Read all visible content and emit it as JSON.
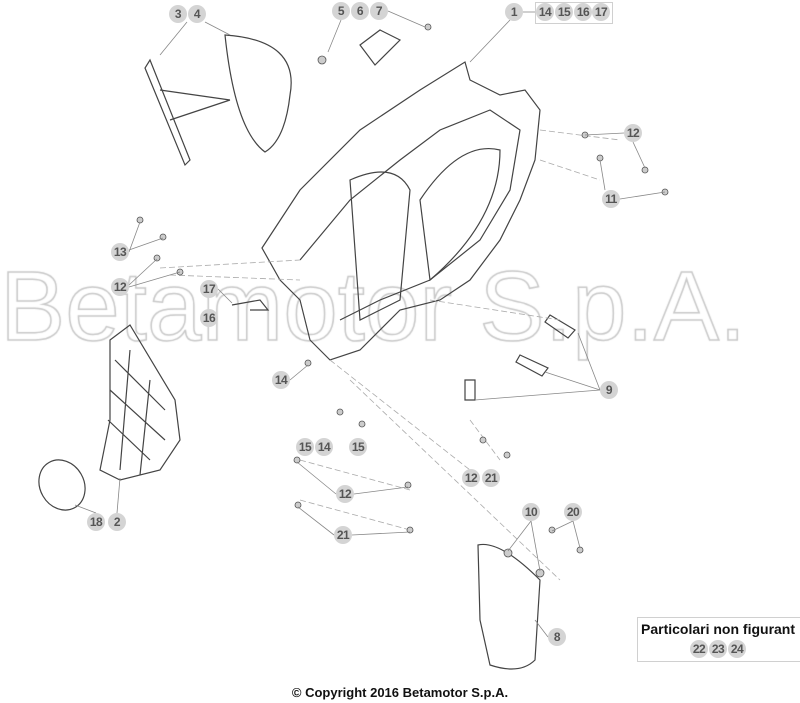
{
  "watermark": "Betamotor S.p.A.",
  "callouts": {
    "c3": "3",
    "c4": "4",
    "c5": "5",
    "c6": "6",
    "c7": "7",
    "c1": "1",
    "g14": "14",
    "g15": "15",
    "g16": "16",
    "g17": "17",
    "c12a": "12",
    "c11": "11",
    "c13": "13",
    "c12b": "12",
    "c17": "17",
    "c16": "16",
    "c14a": "14",
    "c15a": "15",
    "c14b": "14",
    "c15b": "15",
    "c9": "9",
    "c12c": "12",
    "c21a": "21",
    "c12d": "12",
    "c21b": "21",
    "c10": "10",
    "c20": "20",
    "c8": "8",
    "c18": "18",
    "c2": "2"
  },
  "not_shown": {
    "title": "Particolari non figurant",
    "items": [
      "22",
      "23",
      "24"
    ]
  },
  "copyright": "© Copyright 2016 Betamotor S.p.A."
}
